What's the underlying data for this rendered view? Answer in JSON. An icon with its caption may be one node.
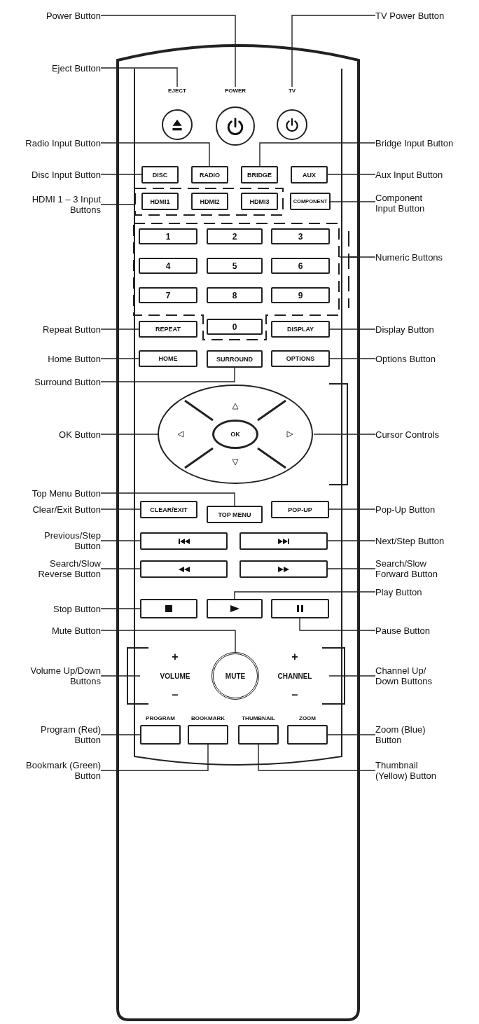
{
  "diagram": {
    "nodes": [
      {
        "text": [
          "Power Button"
        ]
      },
      {
        "text": [
          "Eject Button"
        ]
      },
      {
        "text": [
          "Radio Input Button"
        ]
      },
      {
        "text": [
          "Disc Input Button"
        ]
      },
      {
        "text": [
          "HDMI 1 – 3 Input Buttons"
        ]
      },
      {
        "text": [
          "Repeat Button"
        ]
      },
      {
        "text": [
          "Home Button"
        ]
      },
      {
        "text": [
          "Surround Button"
        ]
      },
      {
        "text": [
          "OK Button"
        ]
      },
      {
        "text": [
          "Top Menu Button"
        ]
      },
      {
        "text": [
          "Clear/Exit Button"
        ]
      },
      {
        "text": [
          "Previous/Step Button"
        ]
      },
      {
        "text": [
          "Search/Slow Reverse Button"
        ]
      },
      {
        "text": [
          "Stop Button"
        ]
      },
      {
        "text": [
          "Mute Button"
        ]
      },
      {
        "text": [
          "Volume Up/Down Buttons"
        ]
      },
      {
        "text": [
          "Program (Red) Button"
        ]
      },
      {
        "text": [
          "Bookmark (Green) Button"
        ]
      },
      {
        "text": [
          "TV Power Button"
        ]
      },
      {
        "text": [
          "Bridge Input Button"
        ]
      },
      {
        "text": [
          "Aux Input Button"
        ]
      },
      {
        "text": [
          "Component Input Button"
        ]
      },
      {
        "text": [
          "Numeric Buttons"
        ]
      },
      {
        "text": [
          "Display Button"
        ]
      },
      {
        "text": [
          "Options Button"
        ]
      },
      {
        "text": [
          "Cursor Controls"
        ]
      },
      {
        "text": [
          "Pop-Up Button"
        ]
      },
      {
        "text": [
          "Next/Step Button"
        ]
      },
      {
        "text": [
          "Search/Slow Forward Button"
        ]
      },
      {
        "text": [
          "Play Button"
        ]
      },
      {
        "text": [
          "Pause Button"
        ]
      },
      {
        "text": [
          "Channel Up/ Down Buttons"
        ]
      },
      {
        "text": [
          "Zoom (Blue) Button"
        ]
      },
      {
        "text": [
          "Thumbnail (Yellow) Button"
        ]
      },
      {
        "text": [
          "EJECT"
        ]
      },
      {
        "text": [
          "POWER"
        ]
      },
      {
        "text": [
          "TV"
        ]
      },
      {
        "text": [
          "DISC"
        ]
      },
      {
        "text": [
          "RADIO"
        ]
      },
      {
        "text": [
          "BRIDGE"
        ]
      },
      {
        "text": [
          "AUX"
        ]
      },
      {
        "text": [],
        "shape": "box"
      },
      {
        "text": [
          "HDMI1"
        ],
        "in": 41
      },
      {
        "text": [
          "HDMI2"
        ],
        "in": 41
      },
      {
        "text": [
          "HDMI3"
        ],
        "in": 41
      },
      {
        "text": [
          "COMPONENT"
        ]
      },
      {
        "text": [],
        "shape": "box"
      },
      {
        "text": [
          "1"
        ],
        "in": 46
      },
      {
        "text": [
          "2"
        ],
        "in": 46
      },
      {
        "text": [
          "3"
        ],
        "in": 46
      },
      {
        "text": [
          "4"
        ],
        "in": 46
      },
      {
        "text": [
          "5"
        ],
        "in": 46
      },
      {
        "text": [
          "6"
        ],
        "in": 46
      },
      {
        "text": [
          "7"
        ],
        "in": 46
      },
      {
        "text": [
          "8"
        ],
        "in": 46
      },
      {
        "text": [
          "9"
        ],
        "in": 46
      },
      {
        "text": [
          "0"
        ],
        "in": 46
      },
      {
        "text": [
          "REPEAT"
        ]
      },
      {
        "text": [
          "DISPLAY"
        ]
      },
      {
        "text": [
          "HOME"
        ]
      },
      {
        "text": [
          "SURROUND"
        ]
      },
      {
        "text": [
          "OPTIONS"
        ]
      },
      {
        "text": [],
        "shape": "ellipse"
      },
      {
        "text": [
          "OK"
        ],
        "in": 62
      },
      {
        "text": [
          "CLEAR/EXIT"
        ]
      },
      {
        "text": [
          "TOP MENU"
        ]
      },
      {
        "text": [
          "POP-UP"
        ]
      },
      {
        "text": [],
        "shape": "box"
      },
      {
        "text": [],
        "shape": "box"
      },
      {
        "text": [],
        "shape": "box"
      },
      {
        "text": [],
        "shape": "box"
      },
      {
        "text": [],
        "shape": "box"
      },
      {
        "text": [],
        "shape": "box"
      },
      {
        "text": [],
        "shape": "box"
      },
      {
        "text": [
          "+",
          "VOLUME",
          "–"
        ]
      },
      {
        "text": [
          "MUTE"
        ]
      },
      {
        "text": [
          "+",
          "CHANNEL",
          "–"
        ]
      },
      {
        "text": [
          "PROGRAM"
        ]
      },
      {
        "text": [
          "BOOKMARK"
        ]
      },
      {
        "text": [
          "THUMBNAIL"
        ]
      },
      {
        "text": [
          "ZOOM"
        ]
      }
    ],
    "edges": [
      {
        "from": 0,
        "to": 35,
        "arrow": "none"
      },
      {
        "from": 1,
        "to": 34,
        "arrow": "none"
      },
      {
        "from": 2,
        "to": 38,
        "arrow": "none"
      },
      {
        "from": 3,
        "to": 37,
        "arrow": "none"
      },
      {
        "from": 4,
        "to": 41,
        "arrow": "none"
      },
      {
        "from": 5,
        "to": 57,
        "arrow": "none"
      },
      {
        "from": 6,
        "to": 59,
        "arrow": "none"
      },
      {
        "from": 7,
        "to": 60,
        "arrow": "none"
      },
      {
        "from": 8,
        "to": 63,
        "arrow": "none"
      },
      {
        "from": 9,
        "to": 65,
        "arrow": "none"
      },
      {
        "from": 10,
        "to": 64,
        "arrow": "none"
      },
      {
        "from": 11,
        "to": 67,
        "arrow": "none"
      },
      {
        "from": 12,
        "to": 69,
        "arrow": "none"
      },
      {
        "from": 13,
        "to": 71,
        "arrow": "none"
      },
      {
        "from": 14,
        "to": 75,
        "arrow": "none"
      },
      {
        "from": 15,
        "to": 74,
        "arrow": "none"
      },
      {
        "from": 16,
        "to": 77,
        "arrow": "none"
      },
      {
        "from": 17,
        "to": 78,
        "arrow": "none"
      },
      {
        "from": 18,
        "to": 36,
        "arrow": "none"
      },
      {
        "from": 19,
        "to": 39,
        "arrow": "none"
      },
      {
        "from": 20,
        "to": 40,
        "arrow": "none"
      },
      {
        "from": 21,
        "to": 45,
        "arrow": "none"
      },
      {
        "from": 22,
        "to": 46,
        "arrow": "none"
      },
      {
        "from": 23,
        "to": 58,
        "arrow": "none"
      },
      {
        "from": 24,
        "to": 61,
        "arrow": "none"
      },
      {
        "from": 25,
        "to": 62,
        "arrow": "none"
      },
      {
        "from": 26,
        "to": 66,
        "arrow": "none"
      },
      {
        "from": 27,
        "to": 68,
        "arrow": "none"
      },
      {
        "from": 28,
        "to": 70,
        "arrow": "none"
      },
      {
        "from": 29,
        "to": 72,
        "arrow": "none"
      },
      {
        "from": 30,
        "to": 73,
        "arrow": "none"
      },
      {
        "from": 31,
        "to": 76,
        "arrow": "none"
      },
      {
        "from": 32,
        "to": 80,
        "arrow": "none"
      },
      {
        "from": 33,
        "to": 79,
        "arrow": "none"
      }
    ]
  }
}
